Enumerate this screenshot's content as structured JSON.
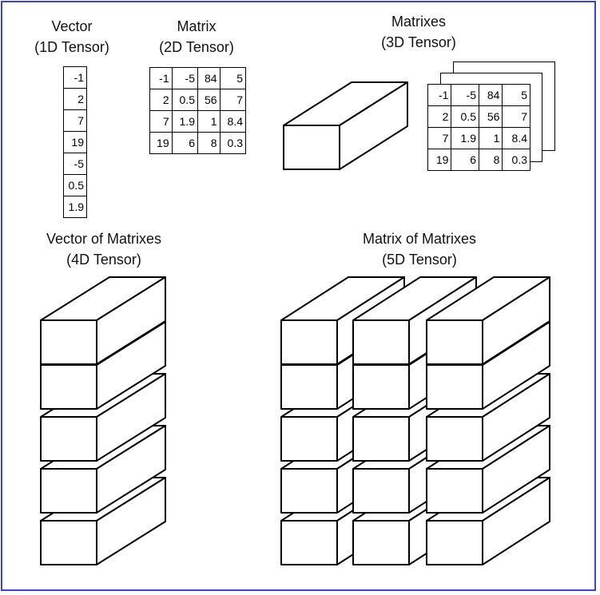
{
  "vector": {
    "title": "Vector",
    "subtitle": "(1D Tensor)",
    "values": [
      "-1",
      "2",
      "7",
      "19",
      "-5",
      "0.5",
      "1.9"
    ]
  },
  "matrix": {
    "title": "Matrix",
    "subtitle": "(2D Tensor)",
    "rows": [
      [
        "-1",
        "-5",
        "84",
        "5"
      ],
      [
        "2",
        "0.5",
        "56",
        "7"
      ],
      [
        "7",
        "1.9",
        "1",
        "8.4"
      ],
      [
        "19",
        "6",
        "8",
        "0.3"
      ]
    ]
  },
  "matrixes": {
    "title": "Matrixes",
    "subtitle": "(3D Tensor)",
    "rows": [
      [
        "-1",
        "-5",
        "84",
        "5"
      ],
      [
        "2",
        "0.5",
        "56",
        "7"
      ],
      [
        "7",
        "1.9",
        "1",
        "8.4"
      ],
      [
        "19",
        "6",
        "8",
        "0.3"
      ]
    ]
  },
  "vector_of_matrixes": {
    "title": "Vector of Matrixes",
    "subtitle": "(4D Tensor)"
  },
  "matrix_of_matrixes": {
    "title": "Matrix of Matrixes",
    "subtitle": "(5D Tensor)"
  },
  "colors": {
    "frame": "#3b46b8",
    "stroke": "#000000"
  }
}
